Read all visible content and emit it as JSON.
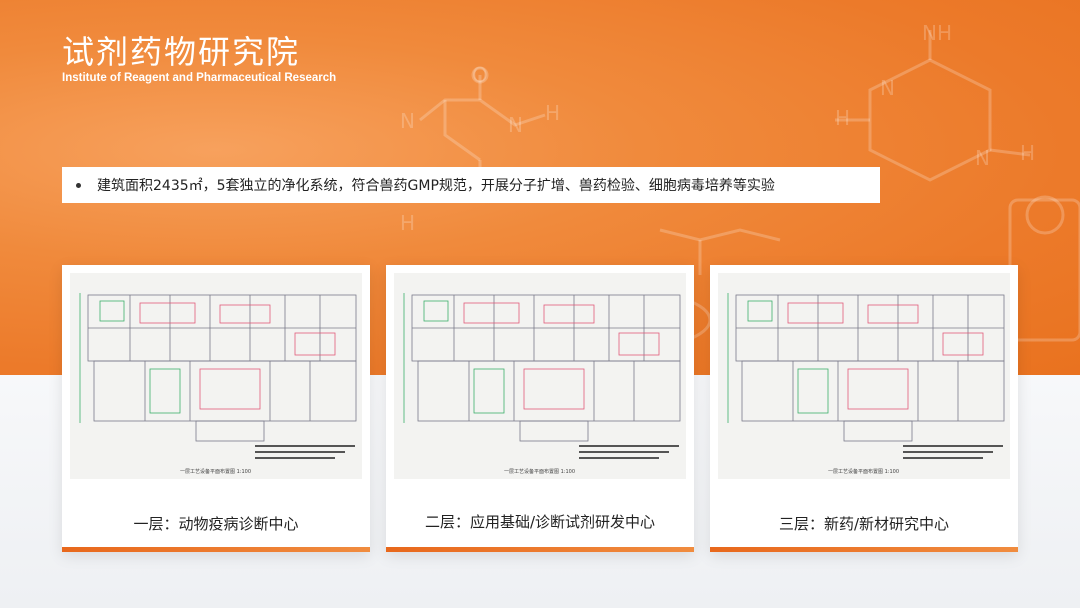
{
  "header": {
    "title": "试剂药物研究院",
    "subtitle": "Institute of Reagent and Pharmaceutical Research"
  },
  "bullet": {
    "text": "建筑面积2435㎡，5套独立的净化系统，符合兽药GMP规范，开展分子扩增、兽药检验、细胞病毒培养等实验"
  },
  "cards": [
    {
      "caption": "一层：动物疫病诊断中心",
      "plan_label": "一层工艺设备平面布置图 1:100"
    },
    {
      "caption": "二层：应用基础/诊断试剂研发中心",
      "plan_label": "一层工艺设备平面布置图 1:100"
    },
    {
      "caption": "三层：新药/新材研究中心",
      "plan_label": "一层工艺设备平面布置图 1:100"
    }
  ],
  "colors": {
    "accent": "#ec7a2a",
    "bar": "#e8681c"
  }
}
